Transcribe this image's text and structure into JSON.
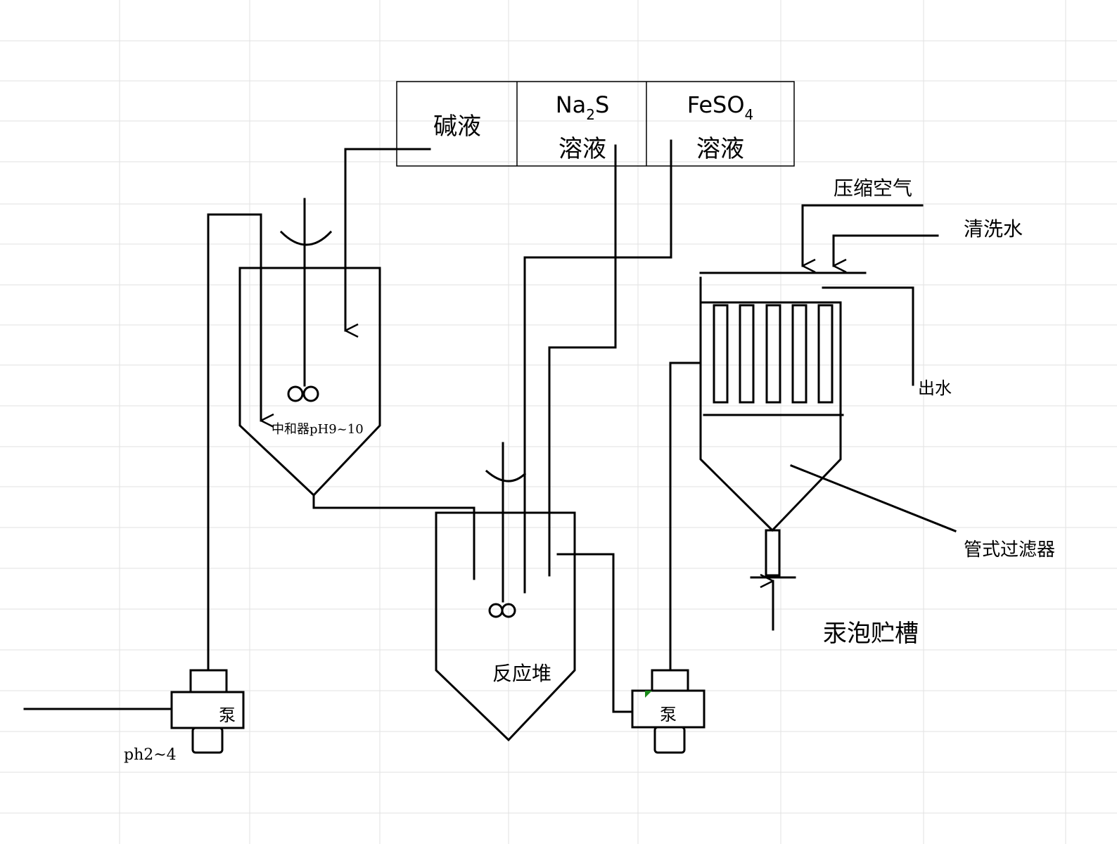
{
  "reagents": {
    "alkali": "碱液",
    "na2s": {
      "main": "Na",
      "sub": "2",
      "tail": "S",
      "solution": "溶液"
    },
    "feso4": {
      "main": "FeSO",
      "sub": "4",
      "solution": "溶液"
    }
  },
  "labels": {
    "compressed_air": "压缩空气",
    "wash_water": "清洗水",
    "water_out": "出水",
    "tube_filter": "管式过滤器",
    "mercury_tank": "汞泡贮槽",
    "neutralizer": "中和器pH9~10",
    "reactor": "反应堆",
    "pump_left": "泵",
    "pump_right": "泵",
    "ph_inlet": "ph2~4"
  },
  "colors": {
    "line": "#000000",
    "grid": "#e2e2e2",
    "marker": "#1a8a1a"
  }
}
